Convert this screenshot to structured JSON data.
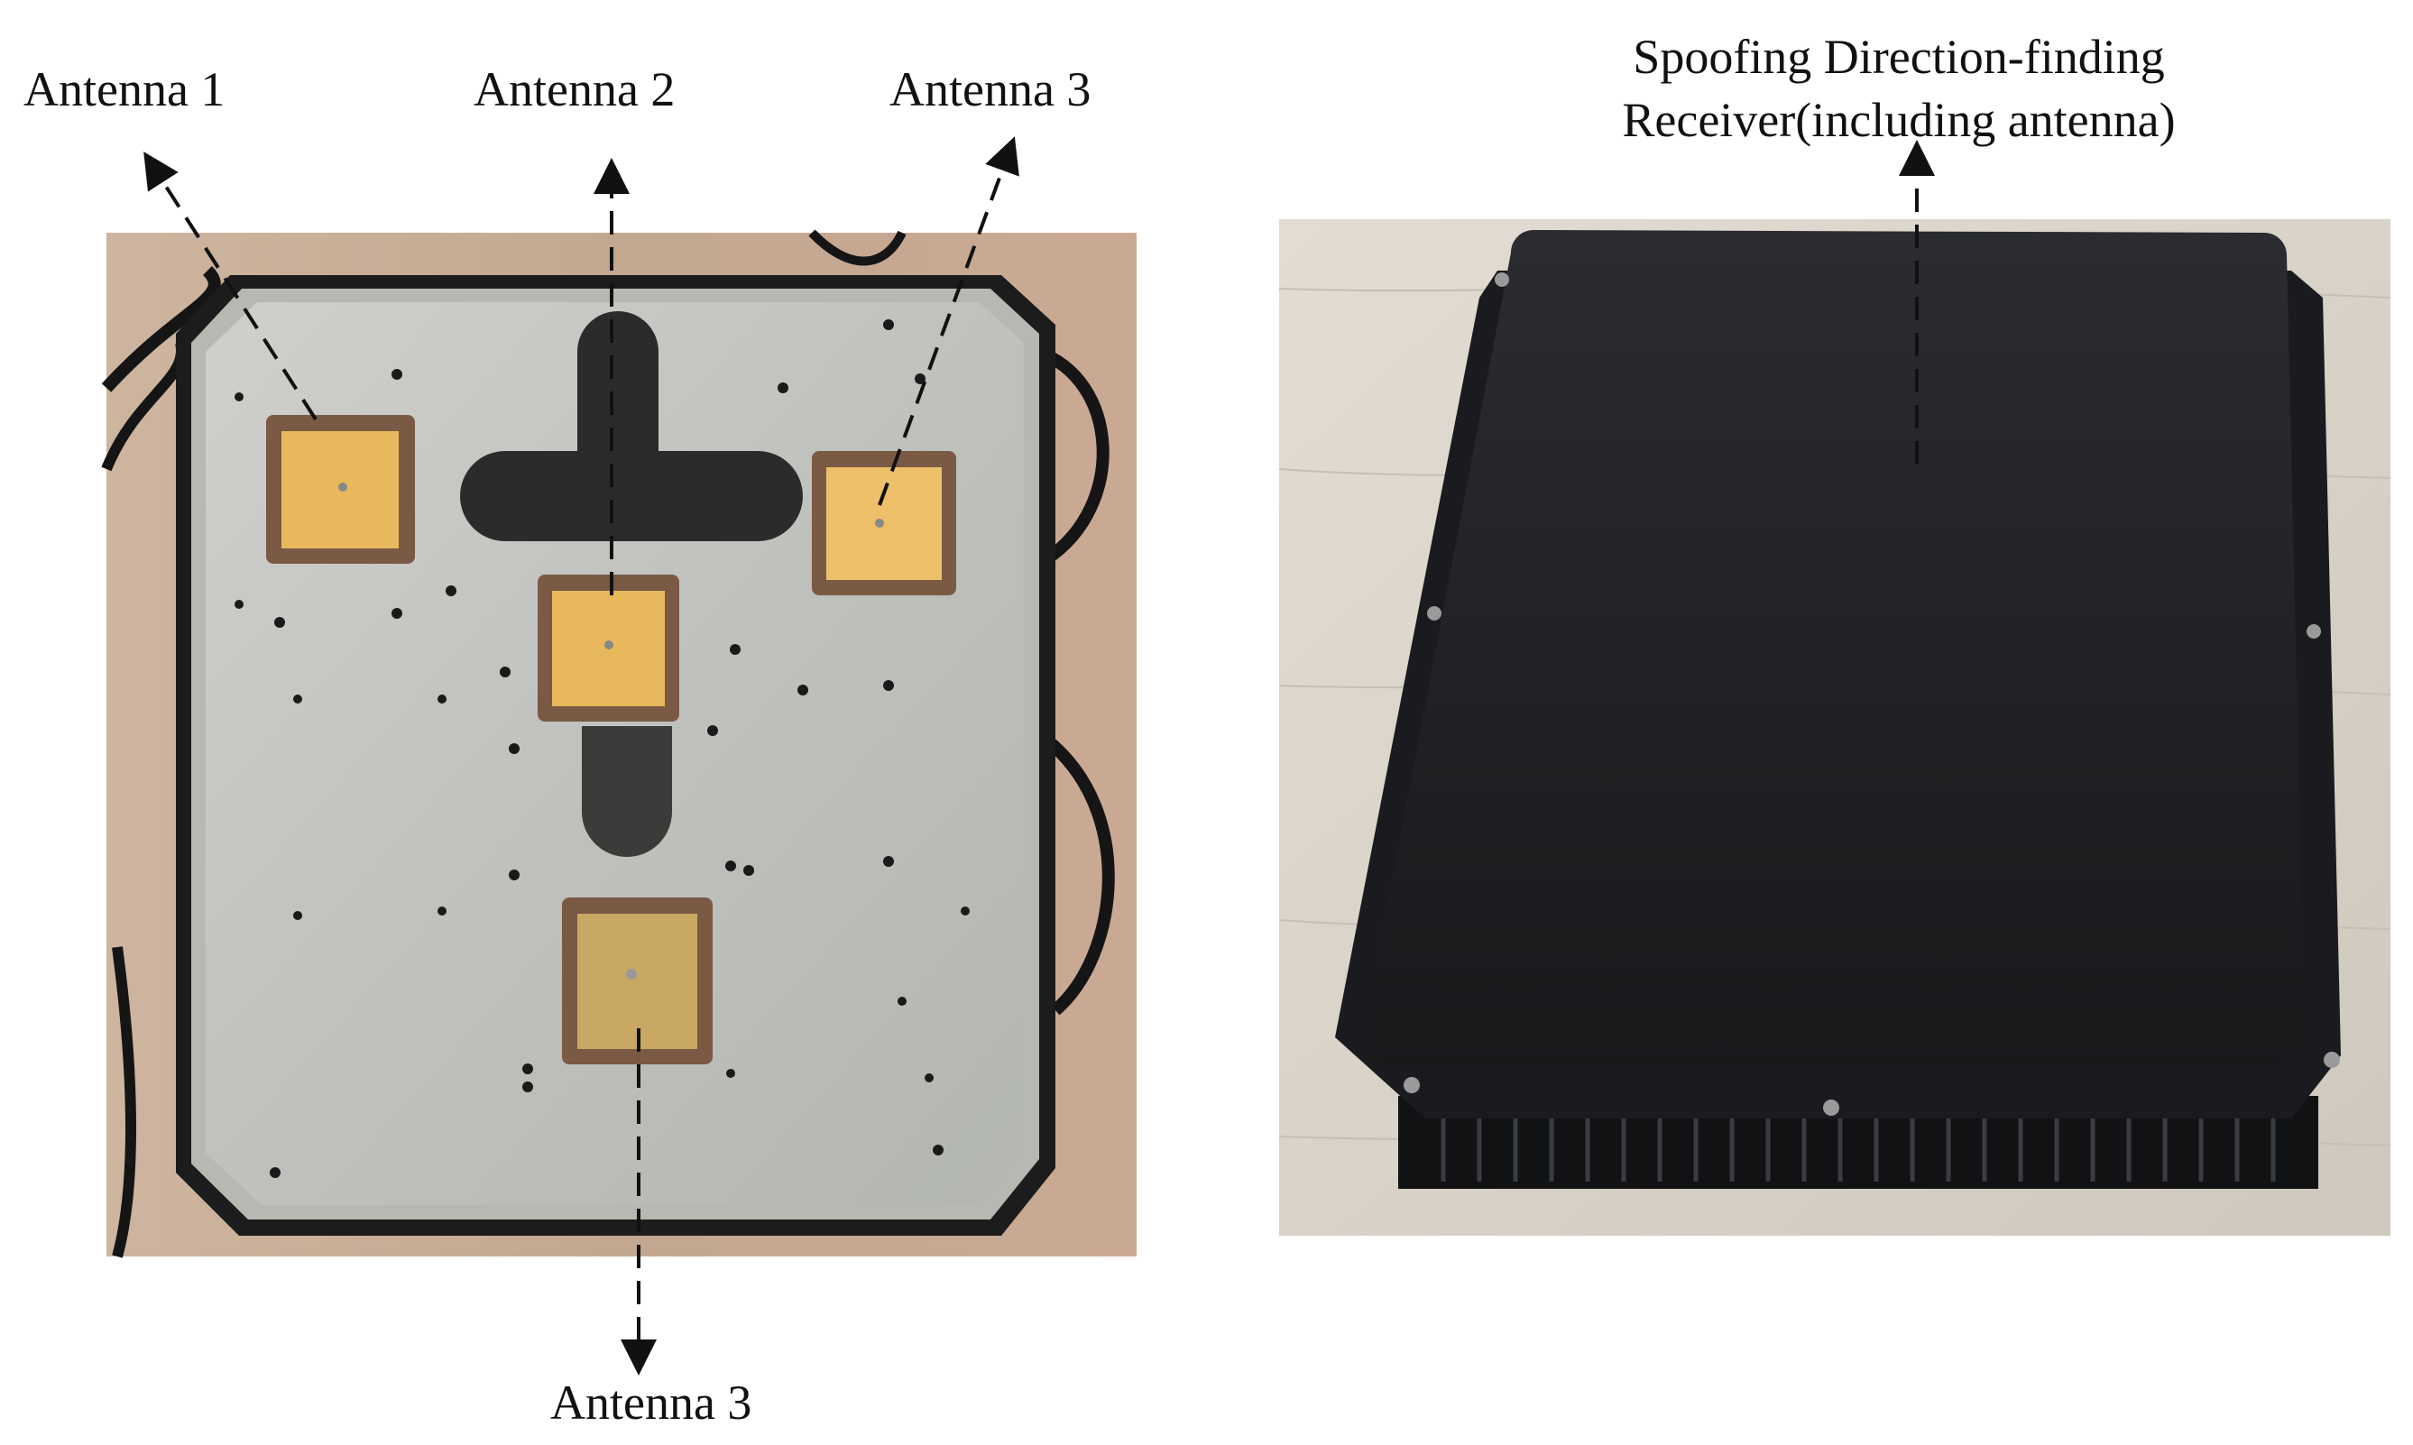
{
  "labels": {
    "antenna_1": "Antenna 1",
    "antenna_2": "Antenna 2",
    "antenna_3_top": "Antenna 3",
    "antenna_3_bottom": "Antenna 3",
    "receiver_line1": "Spoofing Direction-finding",
    "receiver_line2": "Receiver(including antenna)"
  },
  "colors": {
    "table_wood": "#c9b09a",
    "plate_metal": "#c4c6c3",
    "patch_gold": "#e8b95c",
    "patch_frame": "#7a5a45",
    "receiver_body": "#1d1f22",
    "floor": "#d8d2c8"
  },
  "icons": [
    "antenna-patch",
    "arrow"
  ]
}
